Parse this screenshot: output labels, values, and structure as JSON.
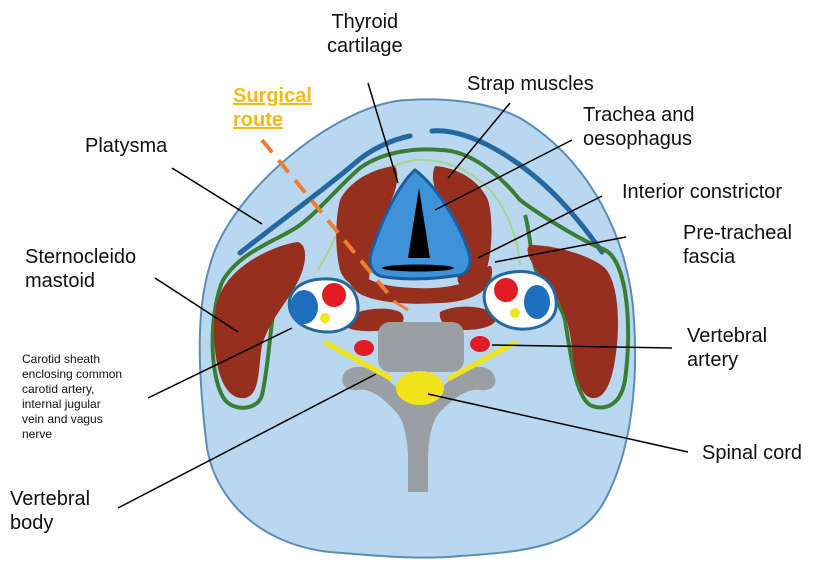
{
  "labels": {
    "thyroid_cartilage": "Thyroid\ncartilage",
    "strap_muscles": "Strap muscles",
    "trachea_oesophagus": "Trachea and\noesophagus",
    "surgical_route": "Surgical\nroute",
    "platysma": "Platysma",
    "interior_constrictor": "Interior constrictor",
    "pre_tracheal_fascia": "Pre-tracheal\nfascia",
    "sternocleido_mastoid": "Sternocleido\nmastoid",
    "carotid_sheath": "Carotid sheath\nenclosing common\ncarotid artery,\ninternal jugular\nvein and vagus\nnerve",
    "vertebral_artery": "Vertebral\nartery",
    "spinal_cord": "Spinal cord",
    "vertebral_body": "Vertebral\nbody"
  },
  "colors": {
    "neck_fill": "#B9D7EE",
    "neck_outline": "#5B8DB8",
    "muscle": "#962F1E",
    "fascia_green": "#3A7D34",
    "platysma_blue": "#2369A0",
    "trachea_light": "#3E92D8",
    "trachea_dark": "#1E5C9E",
    "artery_red": "#E21B24",
    "vein_blue": "#1E6FBF",
    "nerve_yellow": "#F2E41B",
    "bone_grey": "#9A9FA4",
    "surgical_orange": "#ED7D31",
    "label_line": "#000000"
  }
}
